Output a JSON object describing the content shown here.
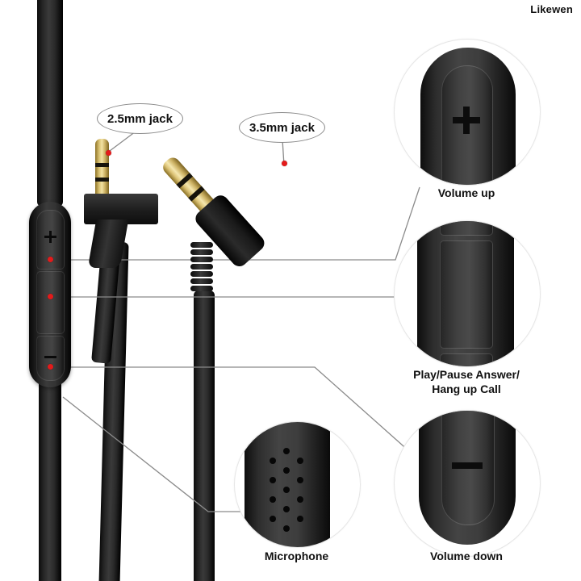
{
  "page": {
    "watermark": "Likewen",
    "background_color": "#ffffff"
  },
  "colors": {
    "cable_black": "#1a1a1a",
    "gold_pin": "#d9c070",
    "marker_red": "#e31b1b",
    "leader_gray": "#8a8a8a",
    "circle_ring": "#e6e6e6",
    "text_black": "#111111"
  },
  "callouts": {
    "jack_25": {
      "label": "2.5mm jack",
      "marker": "red-dot"
    },
    "jack_35": {
      "label": "3.5mm jack",
      "marker": "red-dot"
    }
  },
  "details": [
    {
      "id": "volume-up",
      "caption": "Volume up",
      "symbol": "+",
      "symbol_name": "plus-icon"
    },
    {
      "id": "play-pause",
      "caption": "Play/Pause Answer/\nHang up Call",
      "symbol": "",
      "symbol_name": "center-button"
    },
    {
      "id": "volume-down",
      "caption": "Volume down",
      "symbol": "−",
      "symbol_name": "minus-icon"
    },
    {
      "id": "microphone",
      "caption": "Microphone",
      "symbol": "",
      "symbol_name": "mic-holes"
    }
  ],
  "remote": {
    "buttons": [
      {
        "name": "volume-up-button",
        "symbol": "+"
      },
      {
        "name": "play-pause-button",
        "symbol": ""
      },
      {
        "name": "volume-down-button",
        "symbol": "−"
      }
    ]
  }
}
